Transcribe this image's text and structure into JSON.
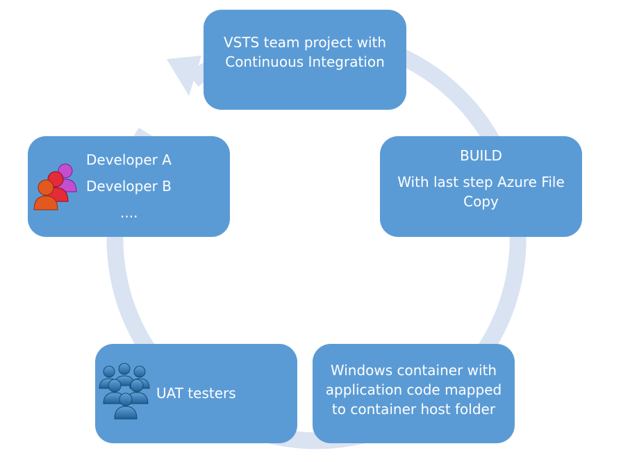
{
  "colors": {
    "box_fill": "#5b9bd5",
    "ring": "#d9e3f1",
    "text": "#ffffff"
  },
  "nodes": {
    "vsts": {
      "line1": "VSTS team project with",
      "line2": "Continuous Integration"
    },
    "build": {
      "title": "BUILD",
      "line1": "With last step Azure File",
      "line2": "Copy"
    },
    "container": {
      "line1": "Windows container with",
      "line2": "application code mapped",
      "line3": "to container host folder"
    },
    "uat": {
      "label": "UAT testers",
      "icon": "user-group-icon"
    },
    "developers": {
      "line1": "Developer A",
      "line2": "Developer B",
      "line3": "....",
      "icon": "developers-icon"
    }
  }
}
